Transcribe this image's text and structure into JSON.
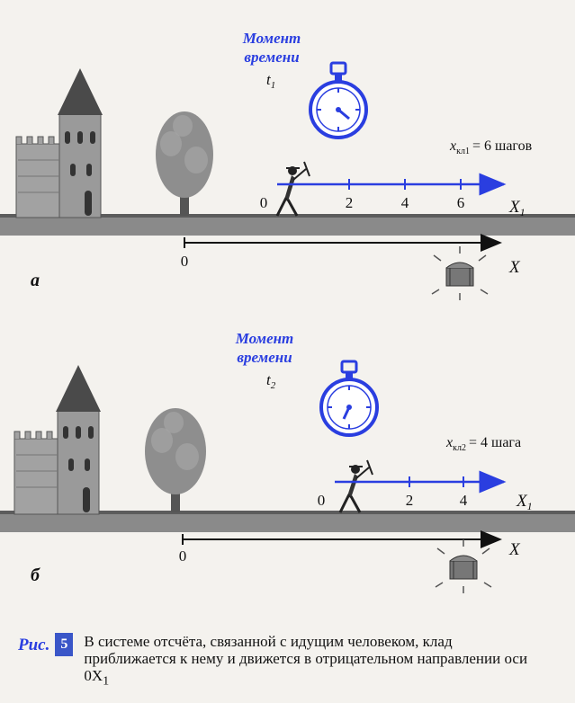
{
  "panel_a": {
    "label": "а",
    "moment_line1": "Момент",
    "moment_line2": "времени",
    "time_var": "t",
    "time_sub": "1",
    "treasure_coord": "x",
    "treasure_coord_sub": "кл1",
    "treasure_value": "= 6 шагов",
    "moving_axis_ticks": [
      "0",
      "2",
      "4",
      "6"
    ],
    "moving_axis_label": "X",
    "moving_axis_sub": "1",
    "ground_axis_zero": "0",
    "ground_axis_label": "X"
  },
  "panel_b": {
    "label": "б",
    "moment_line1": "Момент",
    "moment_line2": "времени",
    "time_var": "t",
    "time_sub": "2",
    "treasure_coord": "x",
    "treasure_coord_sub": "кл2",
    "treasure_value": "= 4 шага",
    "moving_axis_ticks": [
      "0",
      "2",
      "4"
    ],
    "moving_axis_label": "X",
    "moving_axis_sub": "1",
    "ground_axis_zero": "0",
    "ground_axis_label": "X"
  },
  "caption": {
    "prefix": "Рис.",
    "number": "5",
    "text": "В системе отсчёта, связанной с идущим человеком, клад приближается к нему и движется в отрицательном направлении оси 0X",
    "text_sub": "1"
  },
  "colors": {
    "accent_blue": "#2a3ee0",
    "ground": "#8a8a8a",
    "building": "#9a9a9a"
  }
}
